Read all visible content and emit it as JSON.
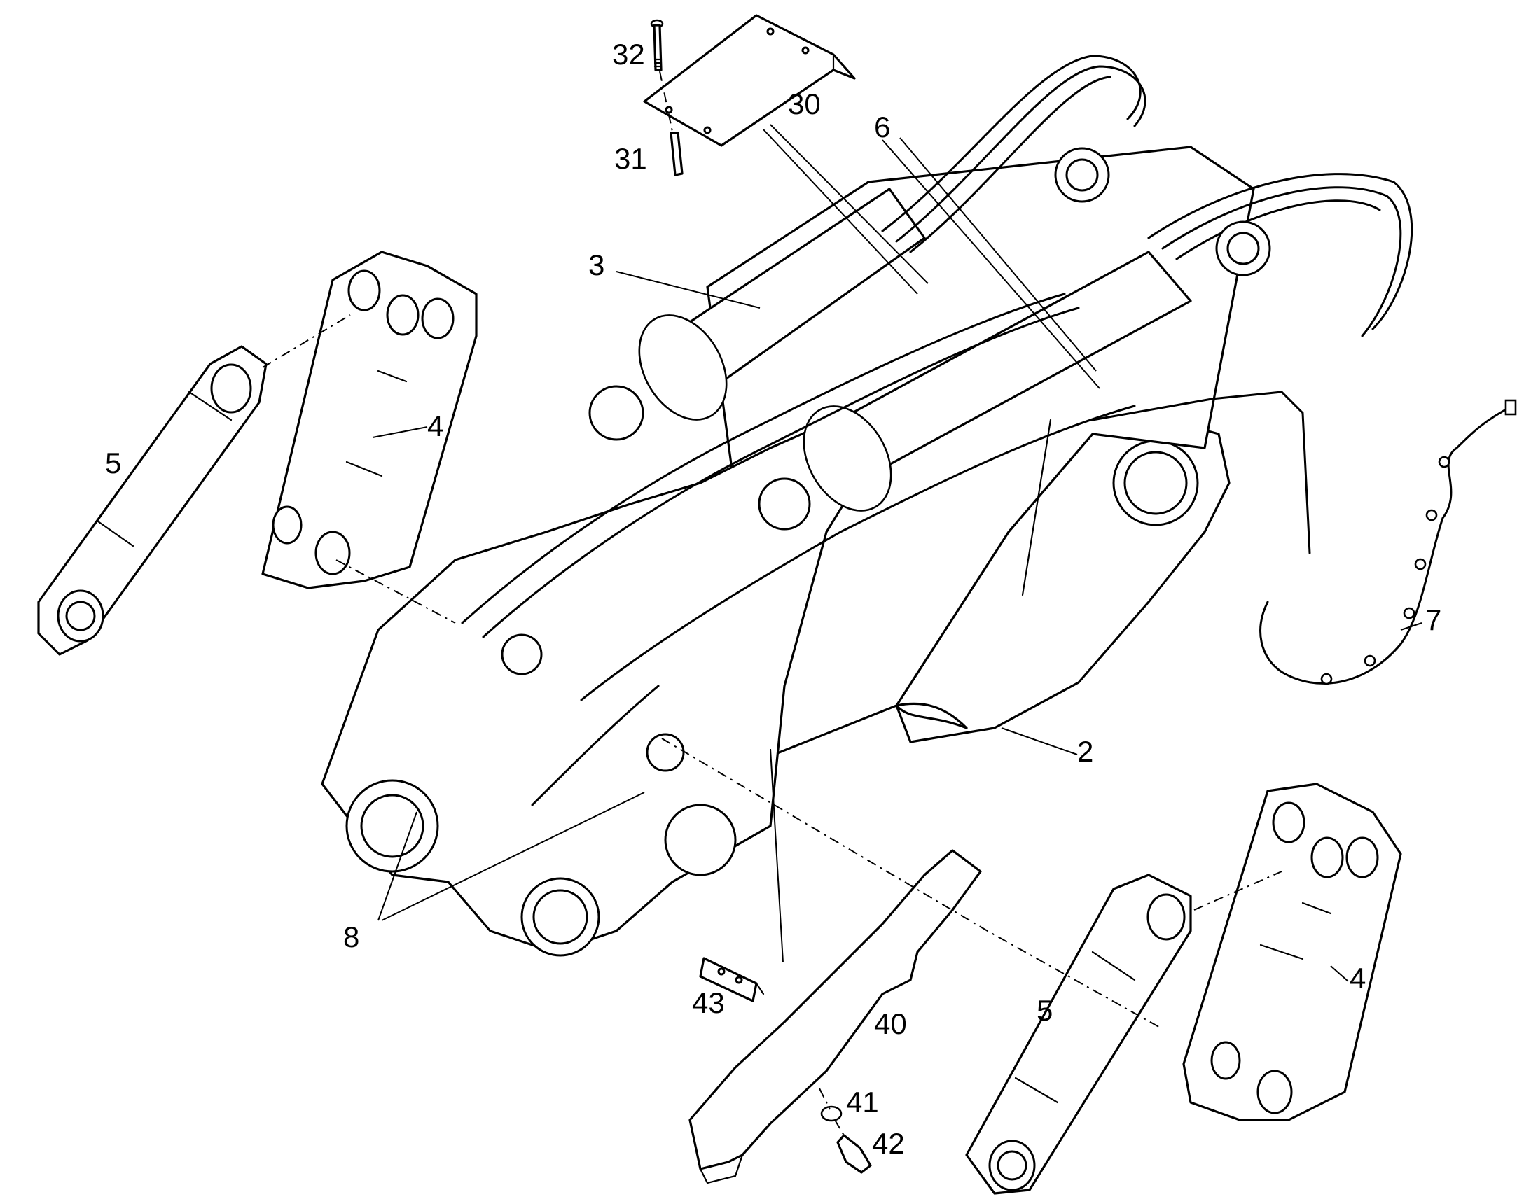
{
  "figure": {
    "background": "#ffffff",
    "line_color": "#000000"
  },
  "callouts": {
    "c2": "2",
    "c3": "3",
    "c4_upper": "4",
    "c4_lower": "4",
    "c5_upper": "5",
    "c5_lower": "5",
    "c6": "6",
    "c7": "7",
    "c8": "8",
    "c30": "30",
    "c31": "31",
    "c32": "32",
    "c40": "40",
    "c41": "41",
    "c42": "42",
    "c43": "43"
  }
}
